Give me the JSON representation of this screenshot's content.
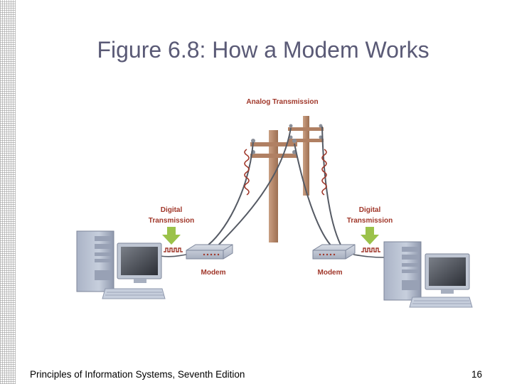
{
  "slide": {
    "title": "Figure 6.8: How a Modem Works",
    "footer_text": "Principles of Information Systems, Seventh Edition",
    "page_number": "16"
  },
  "diagram": {
    "analog_label": "Analog Transmission",
    "digital_label_line1": "Digital",
    "digital_label_line2": "Transmission",
    "modem_label": "Modem"
  },
  "colors": {
    "title": "#5a5a76",
    "diagram_labels": "#a0372a",
    "arrow": "#9bc24a",
    "pole": "#b88a6a"
  }
}
